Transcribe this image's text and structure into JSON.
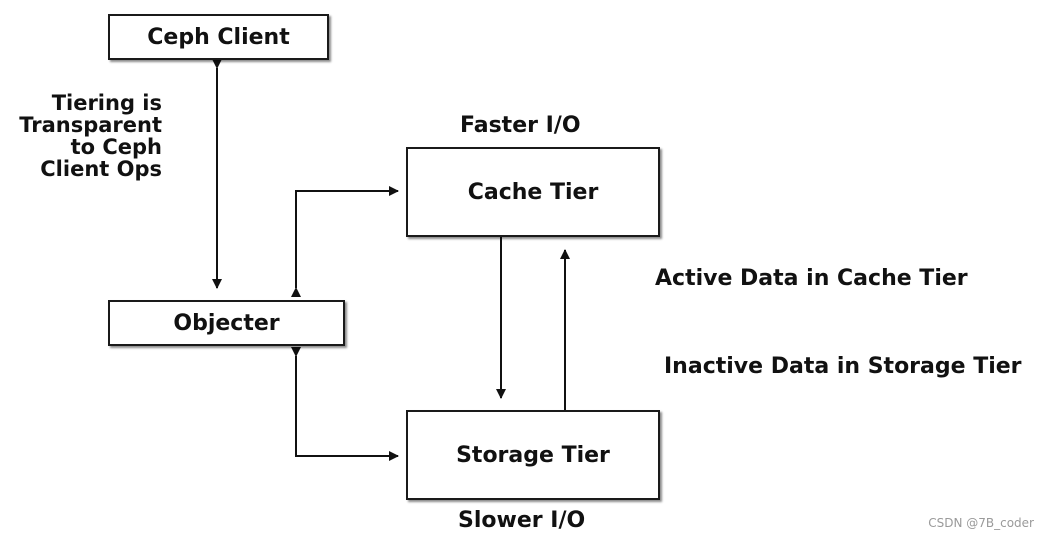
{
  "diagram": {
    "nodes": {
      "ceph_client": "Ceph Client",
      "objecter": "Objecter",
      "cache_tier": "Cache Tier",
      "storage_tier": "Storage Tier"
    },
    "labels": {
      "tiering_note_lines": [
        "Tiering is",
        "Transparent",
        "to Ceph",
        "Client Ops"
      ],
      "faster_io": "Faster I/O",
      "slower_io": "Slower I/O",
      "active_data": "Active Data in Cache Tier",
      "inactive_data": "Inactive Data in Storage Tier"
    },
    "watermark": "CSDN @7B_coder"
  }
}
